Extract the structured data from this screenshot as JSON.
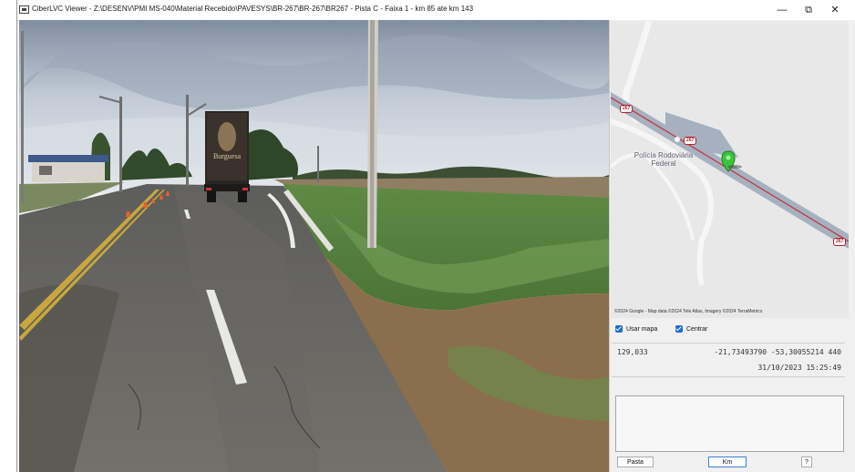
{
  "window": {
    "title": "CiberLVC Viewer - Z:\\DESENV\\PMI MS-040\\Material Recebido\\PAVESYS\\BR-267\\BR-267\\BR267 - Pista C - Faixa 1 - km 85 ate km 143",
    "minimize_glyph": "—",
    "maximize_glyph": "⧉",
    "close_glyph": "✕"
  },
  "photo": {
    "truck_text": "Burguesa"
  },
  "map": {
    "place_label_line1": "Polícia Rodoviária",
    "place_label_line2": "Federal",
    "route_shield": "267",
    "credit": "©2024 Google - Map data ©2024 Tele Atlas, Imagery ©2024 TerraMetrics"
  },
  "options": {
    "use_map_label": "Usar mapa",
    "use_map_checked": true,
    "center_label": "Centrar",
    "center_checked": true
  },
  "readout": {
    "km": "129,033",
    "coords": "-21,73493790 -53,30055214  440",
    "datetime": "31/10/2023 15:25:49"
  },
  "buttons": {
    "folder_label": "Pasta",
    "km_label": "Km",
    "help_label": "?"
  },
  "colors": {
    "accent": "#1f6fd0",
    "route": "#c0303a",
    "marker": "#3cc43c"
  }
}
